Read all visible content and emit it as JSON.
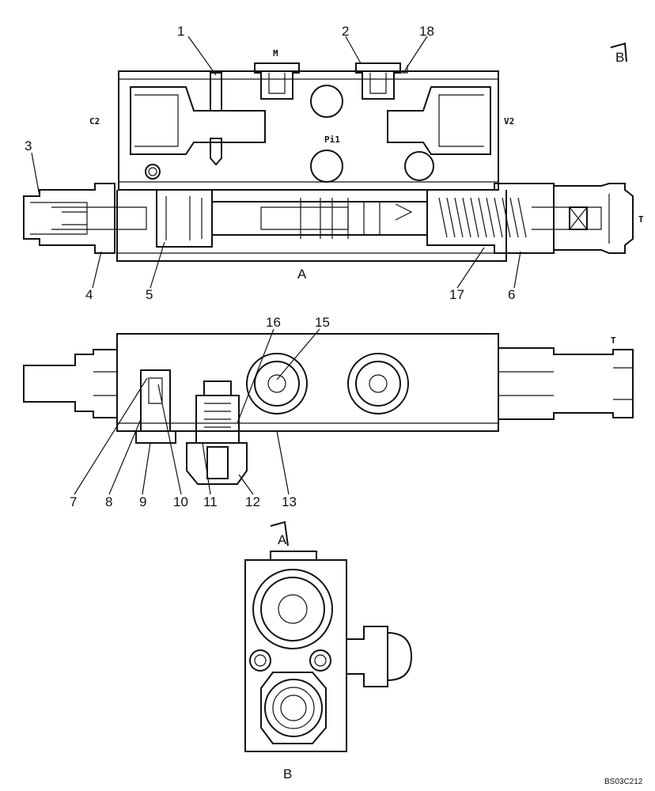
{
  "section_markers": {
    "a": "A",
    "b": "B"
  },
  "ports": {
    "m": "M",
    "c2": "C2",
    "v2": "V2",
    "pi1": "Pi1",
    "t_top": "T",
    "t_mid": "T"
  },
  "view_labels": {
    "section_a": "A",
    "view_b": "B"
  },
  "callouts": {
    "p1": "1",
    "p2": "2",
    "p3": "3",
    "p4": "4",
    "p5": "5",
    "p6": "6",
    "p7": "7",
    "p8": "8",
    "p9": "9",
    "p10": "10",
    "p11": "11",
    "p12": "12",
    "p13": "13",
    "p15": "15",
    "p16": "16",
    "p17": "17",
    "p18": "18"
  },
  "drawing_code": "BS03C212"
}
